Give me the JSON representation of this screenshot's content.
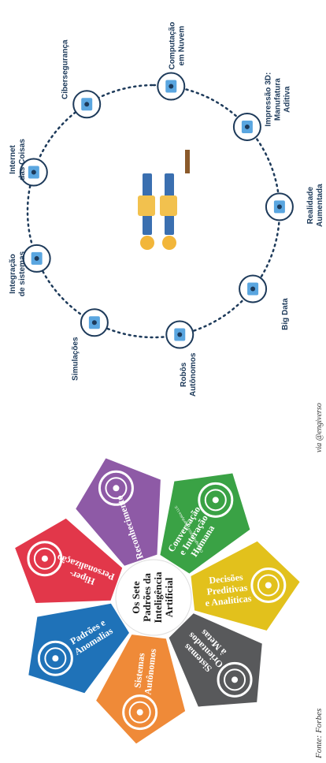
{
  "source_text": "Fonte: Forbes",
  "via_text": "via @engiverso",
  "wheel": {
    "center_title": [
      "Os Sete",
      "Padrões da",
      "Inteligência",
      "Artificial"
    ],
    "copyright": "Copyright © 2019 Cognilytica LLC",
    "colors": {
      "blue": "#1f72b8",
      "red": "#e2374a",
      "purple": "#8e5aa6",
      "green": "#3aa245",
      "yellow": "#e2c11c",
      "gray": "#58595b",
      "orange": "#ef8a38"
    },
    "segments": [
      {
        "name": "Padrões e Anomalias",
        "lines": [
          "Padrões e",
          "Anomalias"
        ],
        "color": "#1f72b8",
        "icon": "magnifier-icon"
      },
      {
        "name": "Hiper-Personalização",
        "lines": [
          "Hiper-",
          "Personalização"
        ],
        "color": "#e2374a",
        "icon": "target-icon"
      },
      {
        "name": "Reconhecimento",
        "lines": [
          "Reconhecimento"
        ],
        "color": "#8e5aa6",
        "icon": "image-icon"
      },
      {
        "name": "Conversação e Interação Humana",
        "lines": [
          "Conversação",
          "e Interação",
          "Humana"
        ],
        "color": "#3aa245",
        "icon": "chat-icon"
      },
      {
        "name": "Decisões Preditivas e Analíticas",
        "lines": [
          "Decisões",
          "Preditivas",
          "e Analíticas"
        ],
        "color": "#e2c11c",
        "icon": "robot-icon"
      },
      {
        "name": "Sistemas Orientados à Metas",
        "lines": [
          "Sistemas",
          "Orientados",
          "à Metas"
        ],
        "color": "#58595b",
        "icon": "maze-icon"
      },
      {
        "name": "Sistemas Autônomos",
        "lines": [
          "Sistemas",
          "Autônomos"
        ],
        "color": "#ef8a38",
        "icon": "car-icon"
      }
    ]
  },
  "industry": {
    "nodes": [
      {
        "name": "Robôs Autônomos",
        "lines": [
          "Robôs",
          "Autônomos"
        ],
        "icon": "robot-arm-icon"
      },
      {
        "name": "Simulações",
        "lines": [
          "Simulações"
        ],
        "icon": "gear-screen-icon"
      },
      {
        "name": "Integração de sistemas",
        "lines": [
          "Integração",
          "de sistemas"
        ],
        "icon": "integration-icon"
      },
      {
        "name": "Internet das Coisas",
        "lines": [
          "Internet",
          "das Coisas"
        ],
        "icon": "network-icon"
      },
      {
        "name": "Cibersegurança",
        "lines": [
          "Cibersegurança"
        ],
        "icon": "shield-icon"
      },
      {
        "name": "Computação em Nuvem",
        "lines": [
          "Computação",
          "em Nuvem"
        ],
        "icon": "cloud-icon"
      },
      {
        "name": "Impressão 3D: Manufatura Aditiva",
        "lines": [
          "Impressão 3D:",
          "Manufatura",
          "Aditiva"
        ],
        "icon": "printer-3d-icon"
      },
      {
        "name": "Realidade Aumentada",
        "lines": [
          "Realidade",
          "Aumentada"
        ],
        "icon": "vr-glasses-icon"
      },
      {
        "name": "Big Data",
        "lines": [
          "Big Data"
        ],
        "icon": "server-icon"
      }
    ]
  }
}
